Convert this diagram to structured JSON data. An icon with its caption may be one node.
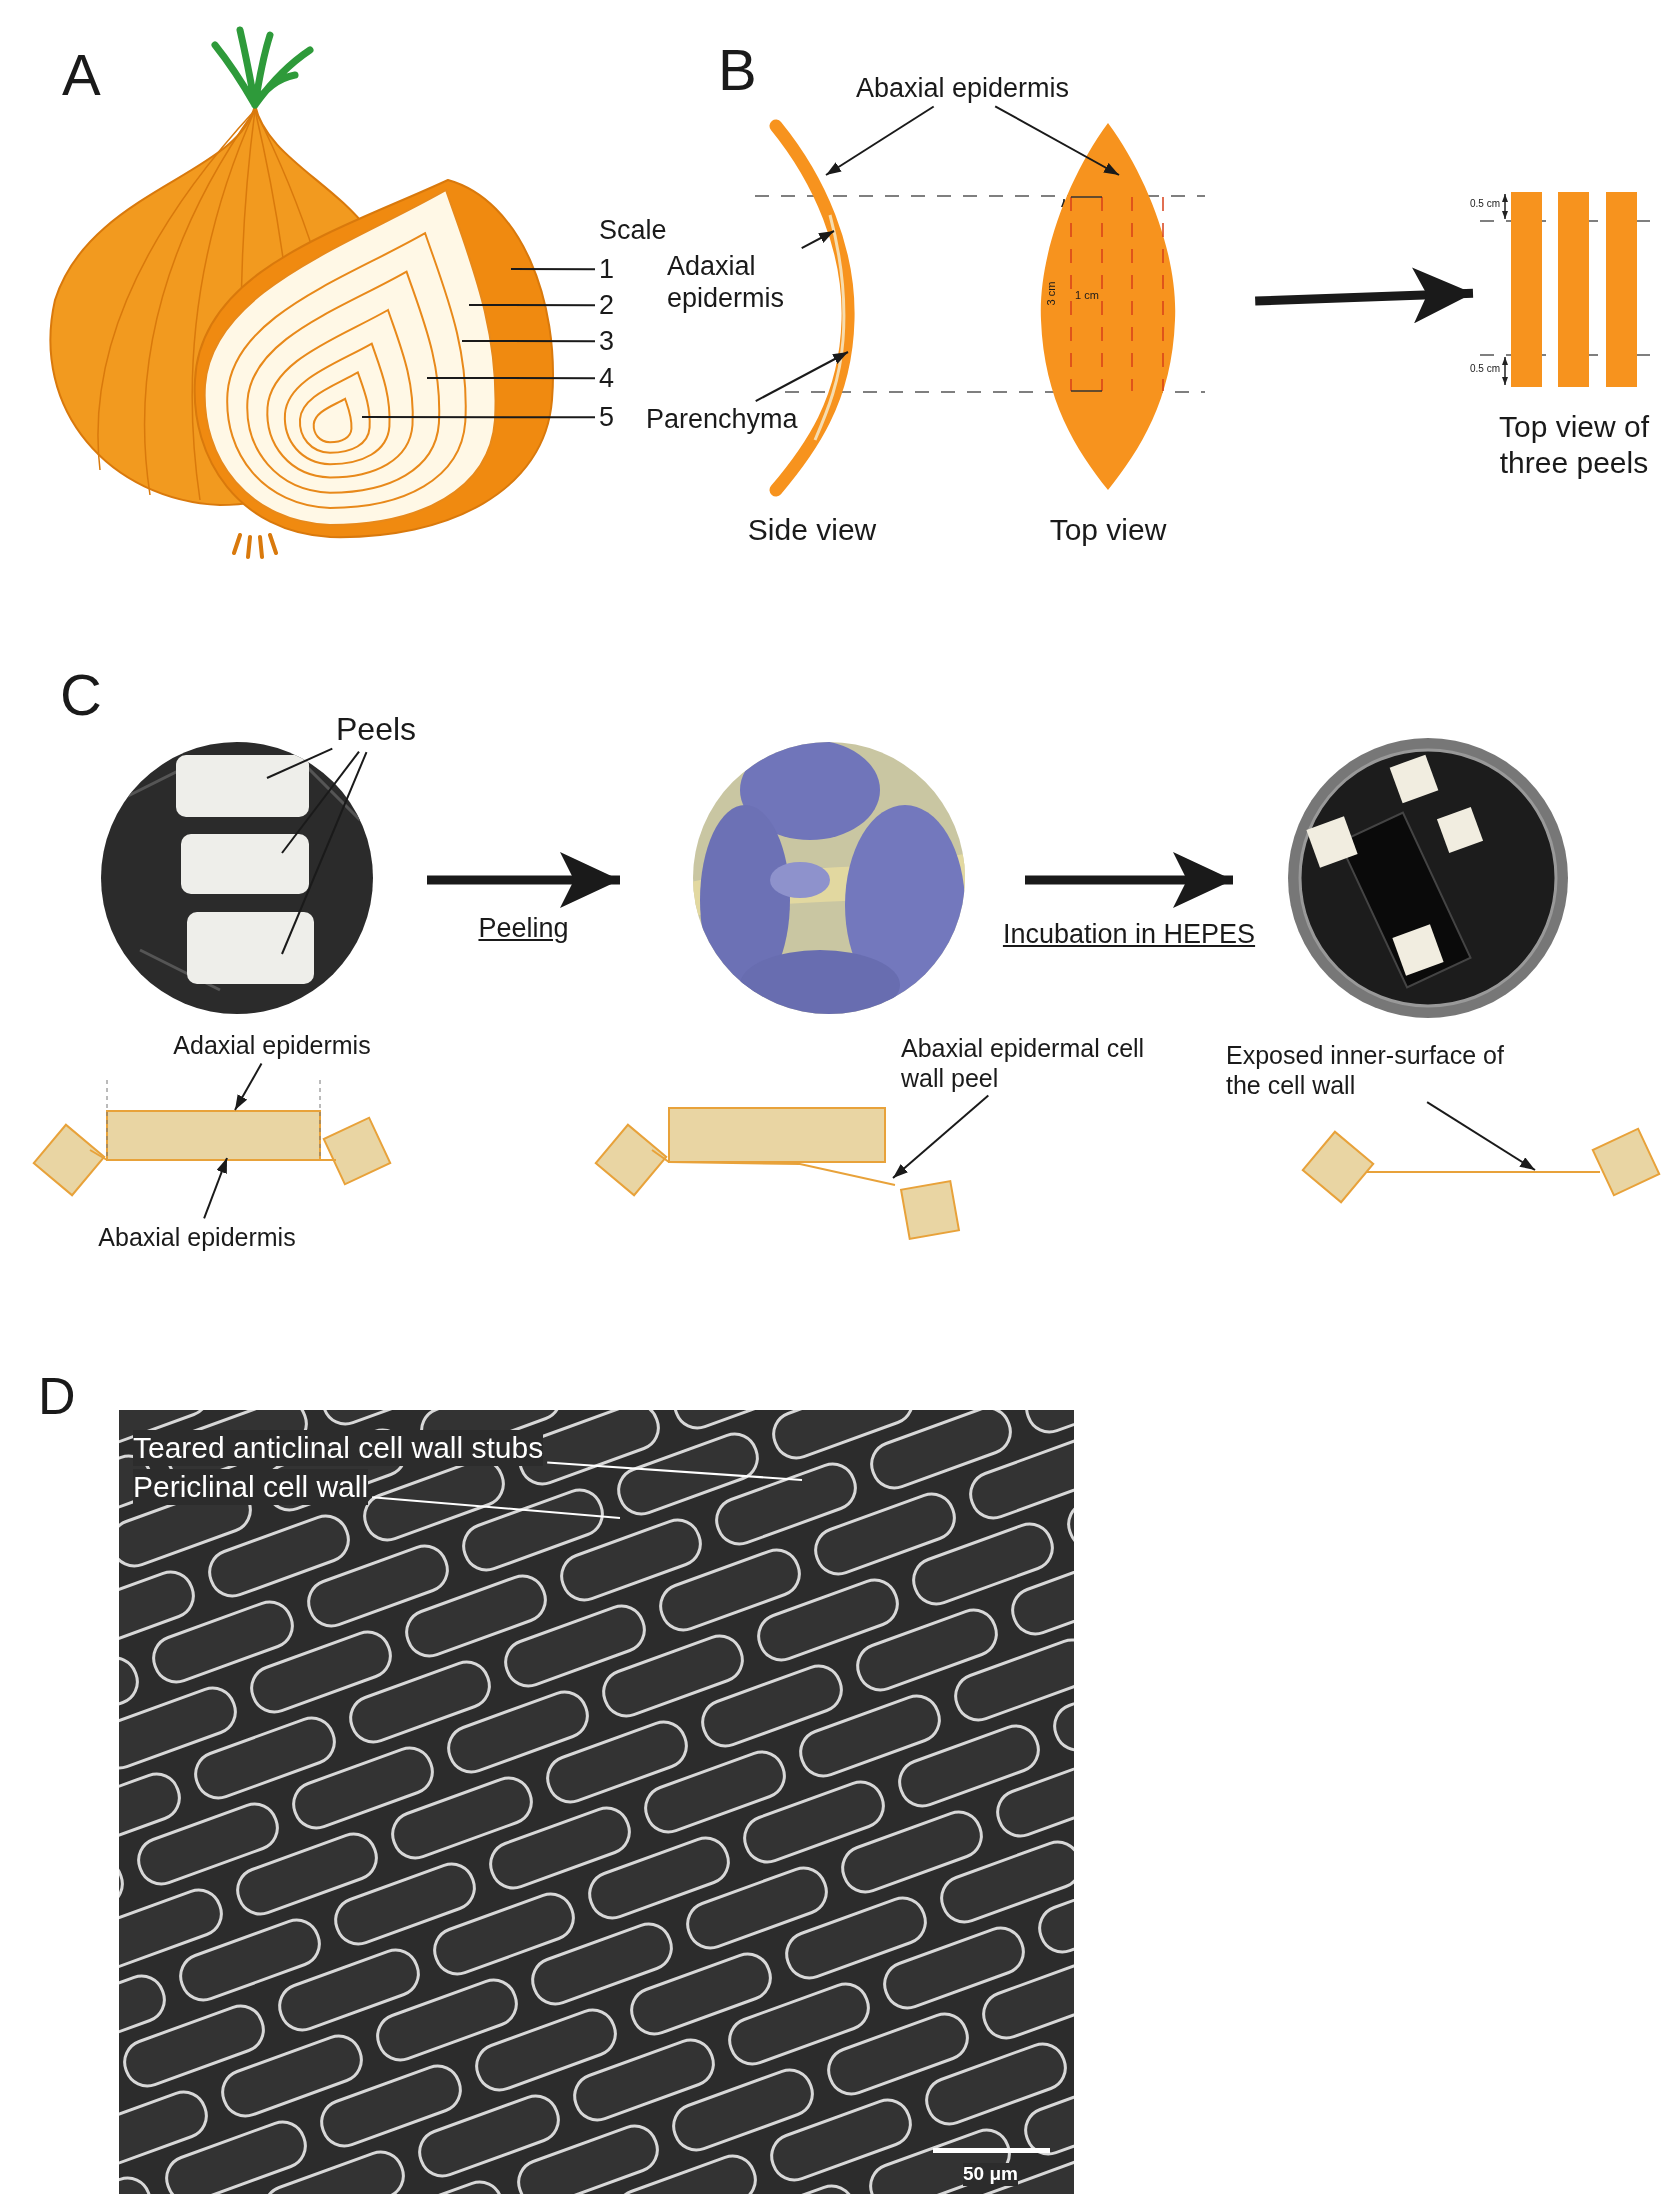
{
  "diagram": {
    "nodes": [
      {
        "text": [
          "1"
        ]
      },
      {
        "text": [
          "2"
        ]
      },
      {
        "text": [
          "3"
        ]
      },
      {
        "text": [
          "4"
        ]
      },
      {
        "text": [
          "5"
        ]
      },
      {
        "text": [
          "Abaxial epidermis"
        ]
      },
      {
        "text": [],
        "shape": "picture",
        "beside": [
          "Side view"
        ]
      },
      {
        "text": [
          "Adaxial epidermis"
        ]
      },
      {
        "text": [
          "Parenchyma"
        ]
      },
      {
        "text": [],
        "shape": "picture",
        "beside": [
          "Top view"
        ]
      },
      {
        "text": [],
        "shape": "picture",
        "beside": [
          "Top view of three peels"
        ]
      },
      {
        "text": [
          "Peels"
        ]
      },
      {
        "text": [],
        "shape": "picture"
      },
      {
        "text": [],
        "shape": "picture"
      },
      {
        "text": [],
        "shape": "picture"
      },
      {
        "text": [
          "Adaxial epidermis"
        ]
      },
      {
        "text": [],
        "shape": "picture"
      },
      {
        "text": [
          "Abaxial epidermis"
        ]
      },
      {
        "text": [
          "Abaxial epidermal cell wall peel"
        ]
      },
      {
        "text": [],
        "shape": "picture"
      },
      {
        "text": [
          "Exposed inner-surface of the cell wall"
        ]
      },
      {
        "text": [],
        "shape": "picture"
      },
      {
        "text": [
          "Teared anticlinal cell wall stubs"
        ]
      },
      {
        "text": [
          "Periclinal cell wall"
        ]
      }
    ],
    "edges": [
      {
        "from": 0,
        "to": null,
        "arrow": "none"
      },
      {
        "from": 1,
        "to": null,
        "arrow": "none"
      },
      {
        "from": 2,
        "to": null,
        "arrow": "none"
      },
      {
        "from": 3,
        "to": null,
        "arrow": "none"
      },
      {
        "from": 4,
        "to": null,
        "arrow": "none"
      },
      {
        "from": 5,
        "to": 6,
        "arrow": "to"
      },
      {
        "from": 5,
        "to": 9,
        "arrow": "to"
      },
      {
        "from": 7,
        "to": 6,
        "arrow": "to"
      },
      {
        "from": 8,
        "to": 6,
        "arrow": "to"
      },
      {
        "from": 9,
        "to": 10,
        "arrow": "to",
        "style": "thick"
      },
      {
        "from": 11,
        "to": 12,
        "arrow": "none"
      },
      {
        "from": 11,
        "to": 12,
        "arrow": "none"
      },
      {
        "from": 11,
        "to": 12,
        "arrow": "none"
      },
      {
        "from": 12,
        "to": 13,
        "arrow": "to",
        "label": "Peeling",
        "style": "thick"
      },
      {
        "from": 13,
        "to": 14,
        "arrow": "to",
        "label": "Incubation in HEPES",
        "style": "thick"
      },
      {
        "from": 15,
        "to": 16,
        "arrow": "to"
      },
      {
        "from": 17,
        "to": 16,
        "arrow": "to"
      },
      {
        "from": 18,
        "to": 19,
        "arrow": "to"
      },
      {
        "from": 20,
        "to": 21,
        "arrow": "to"
      },
      {
        "from": 22,
        "to": null,
        "arrow": "none",
        "color": "#ffffff"
      },
      {
        "from": 23,
        "to": null,
        "arrow": "none",
        "color": "#ffffff"
      }
    ],
    "labels": [
      "A",
      "B",
      "Scale",
      "0.5 cm",
      "1 cm",
      "3 cm",
      "0.5 cm",
      "C",
      "D",
      "50 μm"
    ]
  }
}
